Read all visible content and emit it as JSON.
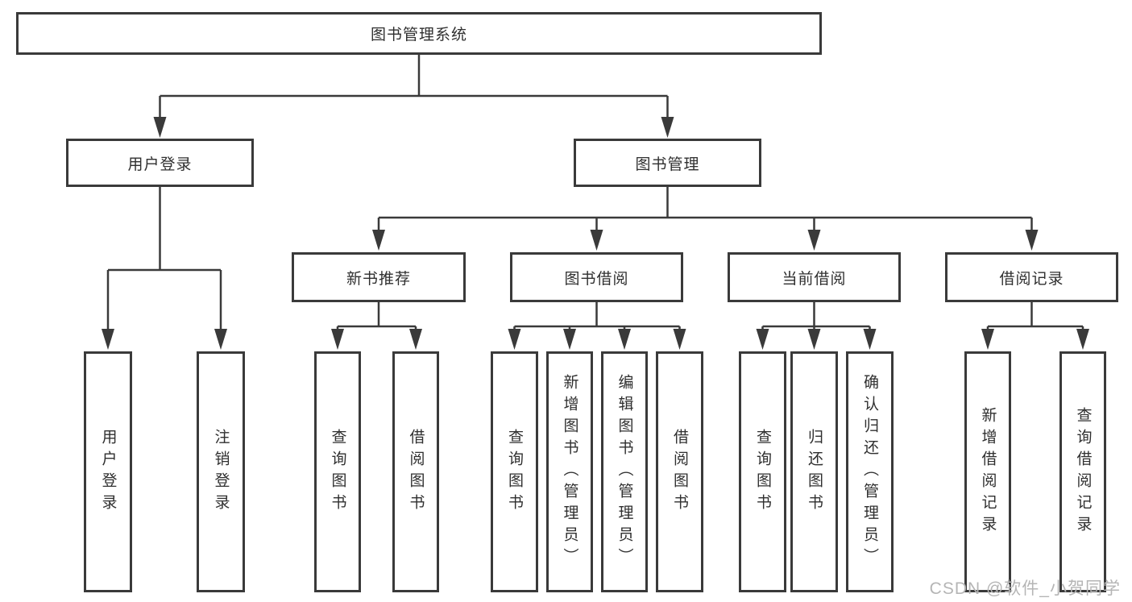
{
  "diagram": {
    "root": "图书管理系统",
    "branches": {
      "user_login": {
        "label": "用户登录",
        "children": [
          "用户登录",
          "注销登录"
        ]
      },
      "book_mgmt": {
        "label": "图书管理",
        "sections": {
          "new_book": {
            "label": "新书推荐",
            "children": [
              "查询图书",
              "借阅图书"
            ]
          },
          "borrow": {
            "label": "图书借阅",
            "children": [
              "查询图书",
              "新增图书（管理员）",
              "编辑图书（管理员）",
              "借阅图书"
            ]
          },
          "current": {
            "label": "当前借阅",
            "children": [
              "查询图书",
              "归还图书",
              "确认归还（管理员）"
            ]
          },
          "records": {
            "label": "借阅记录",
            "children": [
              "新增借阅记录",
              "查询借阅记录"
            ]
          }
        }
      }
    }
  },
  "watermark": "CSDN @软件_小贺同学",
  "colors": {
    "line": "#3a3a3a",
    "box_border": "#3a3a3a",
    "text": "#2f2f2f",
    "watermark": "#b5b5b5",
    "background": "#ffffff"
  }
}
